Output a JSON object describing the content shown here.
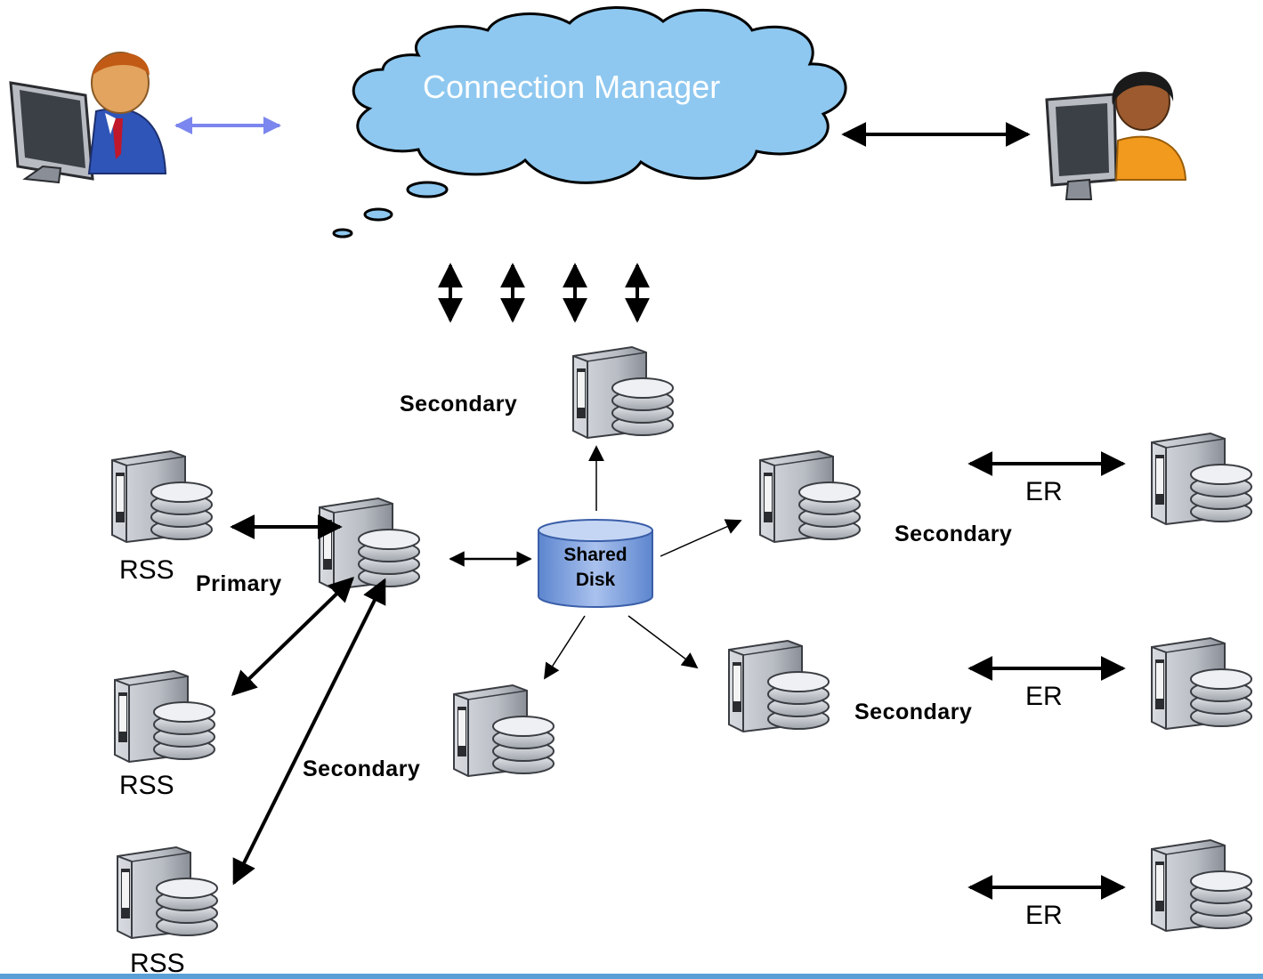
{
  "cloud": {
    "title": "Connection Manager"
  },
  "shared_disk": {
    "line1": "Shared",
    "line2": "Disk"
  },
  "labels": {
    "secondary_top": "Secondary",
    "secondary_right_1": "Secondary",
    "secondary_right_2": "Secondary",
    "secondary_bottom": "Secondary",
    "primary": "Primary",
    "rss_1": "RSS",
    "rss_2": "RSS",
    "rss_3": "RSS",
    "er_1": "ER",
    "er_2": "ER",
    "er_3": "ER"
  },
  "colors": {
    "cloud_fill": "#8ec8f0",
    "cloud_stroke": "#000000",
    "client_link": "#7b86ee",
    "disk_fill": "#7fa2dc",
    "link": "#000000"
  },
  "icons": [
    "client-computer-icon",
    "server-database-icon",
    "shared-disk-icon",
    "cloud-icon"
  ]
}
